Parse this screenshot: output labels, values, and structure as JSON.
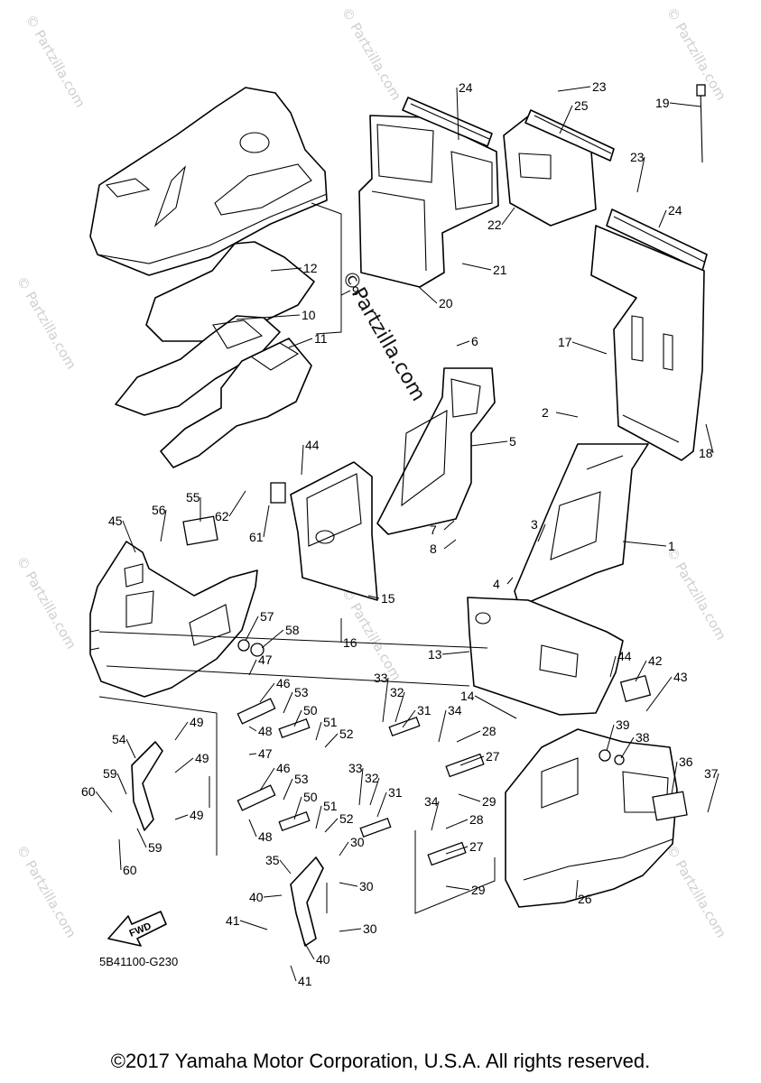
{
  "watermark": {
    "main_text": "©Partzilla.com",
    "repeat_text": "© Partzilla.com"
  },
  "diagram": {
    "reference_code": "5B41100-G230",
    "direction_label": "FWD",
    "callouts": [
      {
        "id": "1",
        "label": "1"
      },
      {
        "id": "2",
        "label": "2"
      },
      {
        "id": "3",
        "label": "3"
      },
      {
        "id": "4",
        "label": "4"
      },
      {
        "id": "5",
        "label": "5"
      },
      {
        "id": "6",
        "label": "6"
      },
      {
        "id": "7",
        "label": "7"
      },
      {
        "id": "8",
        "label": "8"
      },
      {
        "id": "9",
        "label": "9"
      },
      {
        "id": "10",
        "label": "10"
      },
      {
        "id": "11",
        "label": "11"
      },
      {
        "id": "12",
        "label": "12"
      },
      {
        "id": "13",
        "label": "13"
      },
      {
        "id": "14",
        "label": "14"
      },
      {
        "id": "15",
        "label": "15"
      },
      {
        "id": "16",
        "label": "16"
      },
      {
        "id": "17",
        "label": "17"
      },
      {
        "id": "18",
        "label": "18"
      },
      {
        "id": "19",
        "label": "19"
      },
      {
        "id": "20",
        "label": "20"
      },
      {
        "id": "21",
        "label": "21"
      },
      {
        "id": "22",
        "label": "22"
      },
      {
        "id": "23a",
        "label": "23"
      },
      {
        "id": "23b",
        "label": "23"
      },
      {
        "id": "24a",
        "label": "24"
      },
      {
        "id": "24b",
        "label": "24"
      },
      {
        "id": "25",
        "label": "25"
      },
      {
        "id": "26",
        "label": "26"
      },
      {
        "id": "27a",
        "label": "27"
      },
      {
        "id": "27b",
        "label": "27"
      },
      {
        "id": "28a",
        "label": "28"
      },
      {
        "id": "28b",
        "label": "28"
      },
      {
        "id": "29a",
        "label": "29"
      },
      {
        "id": "29b",
        "label": "29"
      },
      {
        "id": "30a",
        "label": "30"
      },
      {
        "id": "30b",
        "label": "30"
      },
      {
        "id": "30c",
        "label": "30"
      },
      {
        "id": "31a",
        "label": "31"
      },
      {
        "id": "31b",
        "label": "31"
      },
      {
        "id": "32a",
        "label": "32"
      },
      {
        "id": "32b",
        "label": "32"
      },
      {
        "id": "33a",
        "label": "33"
      },
      {
        "id": "33b",
        "label": "33"
      },
      {
        "id": "34a",
        "label": "34"
      },
      {
        "id": "34b",
        "label": "34"
      },
      {
        "id": "35",
        "label": "35"
      },
      {
        "id": "36",
        "label": "36"
      },
      {
        "id": "37",
        "label": "37"
      },
      {
        "id": "38",
        "label": "38"
      },
      {
        "id": "39",
        "label": "39"
      },
      {
        "id": "40a",
        "label": "40"
      },
      {
        "id": "40b",
        "label": "40"
      },
      {
        "id": "41a",
        "label": "41"
      },
      {
        "id": "41b",
        "label": "41"
      },
      {
        "id": "42",
        "label": "42"
      },
      {
        "id": "43",
        "label": "43"
      },
      {
        "id": "44a",
        "label": "44"
      },
      {
        "id": "44b",
        "label": "44"
      },
      {
        "id": "45",
        "label": "45"
      },
      {
        "id": "46a",
        "label": "46"
      },
      {
        "id": "46b",
        "label": "46"
      },
      {
        "id": "47a",
        "label": "47"
      },
      {
        "id": "47b",
        "label": "47"
      },
      {
        "id": "48a",
        "label": "48"
      },
      {
        "id": "48b",
        "label": "48"
      },
      {
        "id": "49a",
        "label": "49"
      },
      {
        "id": "49b",
        "label": "49"
      },
      {
        "id": "49c",
        "label": "49"
      },
      {
        "id": "50a",
        "label": "50"
      },
      {
        "id": "50b",
        "label": "50"
      },
      {
        "id": "51a",
        "label": "51"
      },
      {
        "id": "51b",
        "label": "51"
      },
      {
        "id": "52a",
        "label": "52"
      },
      {
        "id": "52b",
        "label": "52"
      },
      {
        "id": "53a",
        "label": "53"
      },
      {
        "id": "53b",
        "label": "53"
      },
      {
        "id": "54",
        "label": "54"
      },
      {
        "id": "55",
        "label": "55"
      },
      {
        "id": "56",
        "label": "56"
      },
      {
        "id": "57",
        "label": "57"
      },
      {
        "id": "58",
        "label": "58"
      },
      {
        "id": "59a",
        "label": "59"
      },
      {
        "id": "59b",
        "label": "59"
      },
      {
        "id": "60a",
        "label": "60"
      },
      {
        "id": "60b",
        "label": "60"
      },
      {
        "id": "61",
        "label": "61"
      },
      {
        "id": "62",
        "label": "62"
      }
    ]
  },
  "footer": {
    "copyright": "©2017 Yamaha Motor Corporation, U.S.A. All rights reserved."
  }
}
